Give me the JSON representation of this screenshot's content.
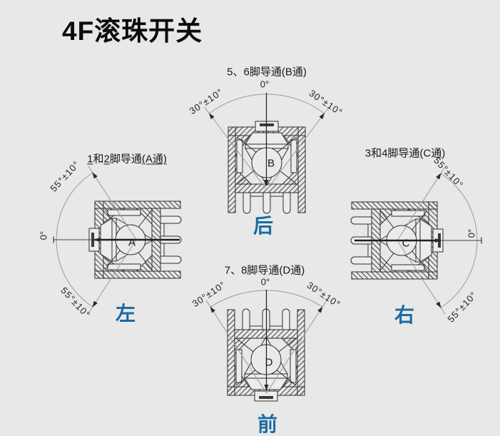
{
  "title": "4F滚珠开关",
  "colors": {
    "background": "#e8e8e8",
    "accent_blue": "#1c6ba3",
    "line": "#2e2e2e"
  },
  "views": [
    {
      "id": "back",
      "label_parts": [
        {
          "t": "5、6脚导通(B通)",
          "u": false
        }
      ],
      "zero_label": "0°",
      "angle_left": "30°±10°",
      "angle_right": "30°±10°",
      "ball_letter": "B",
      "direction_label": "后"
    },
    {
      "id": "left",
      "label_parts": [
        {
          "t": "1",
          "u": true
        },
        {
          "t": "和",
          "u": false
        },
        {
          "t": "2",
          "u": true
        },
        {
          "t": "脚导通",
          "u": false
        },
        {
          "t": "(A通)",
          "u": true
        }
      ],
      "zero_label": "0°",
      "angle_top": "55°±10°",
      "angle_bottom": "55°±10°",
      "ball_letter": "A",
      "direction_label": "左"
    },
    {
      "id": "right",
      "label_parts": [
        {
          "t": "3和4脚导通(C通)",
          "u": false
        }
      ],
      "zero_label": "0°",
      "angle_top": "55°±10°",
      "angle_bottom": "55°±10°",
      "ball_letter": "C",
      "direction_label": "右"
    },
    {
      "id": "front",
      "label_parts": [
        {
          "t": "7、8脚导通(D通)",
          "u": false
        }
      ],
      "zero_label": "0°",
      "angle_left": "30°±10°",
      "angle_right": "30°±10°",
      "ball_letter": "D",
      "direction_label": "前"
    }
  ]
}
